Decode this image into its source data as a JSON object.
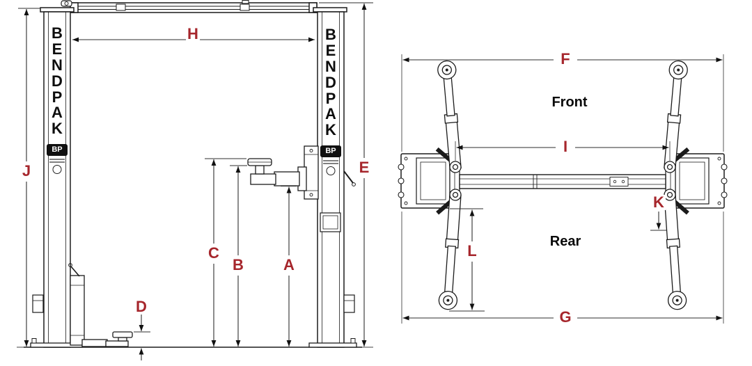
{
  "page": {
    "background": "#ffffff"
  },
  "colors": {
    "dimension_label": "#A6262C",
    "line_art": "#1b1b1b",
    "view_label": "#0a0a0a"
  },
  "brand": {
    "name": "BENDPAK",
    "logo": "BP"
  },
  "dimension_labels": {
    "A": "A",
    "B": "B",
    "C": "C",
    "D": "D",
    "E": "E",
    "F": "F",
    "G": "G",
    "H": "H",
    "I": "I",
    "J": "J",
    "K": "K",
    "L": "L"
  },
  "front_view": {
    "name": "two-post-lift-front-elevation",
    "dimensions_shown": [
      "H",
      "J",
      "E",
      "C",
      "B",
      "A",
      "D"
    ]
  },
  "plan_view": {
    "name": "two-post-lift-top-plan",
    "front_label": "Front",
    "rear_label": "Rear",
    "dimensions_shown": [
      "F",
      "I",
      "K",
      "L",
      "G"
    ]
  }
}
